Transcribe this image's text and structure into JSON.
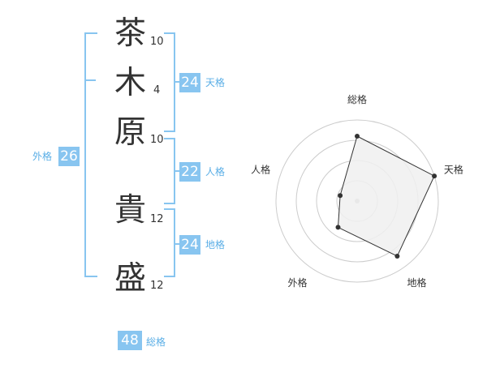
{
  "characters": [
    {
      "char": "茶",
      "strokes": "10"
    },
    {
      "char": "木",
      "strokes": "4"
    },
    {
      "char": "原",
      "strokes": "10"
    },
    {
      "char": "貴",
      "strokes": "12"
    },
    {
      "char": "盛",
      "strokes": "12"
    }
  ],
  "kaku": {
    "tenkaku": {
      "value": "24",
      "label": "天格"
    },
    "jinkaku": {
      "value": "22",
      "label": "人格"
    },
    "chikaku": {
      "value": "24",
      "label": "地格"
    },
    "gaikaku": {
      "value": "26",
      "label": "外格"
    },
    "soukaku": {
      "value": "48",
      "label": "総格"
    }
  },
  "radar": {
    "axes": [
      "総格",
      "天格",
      "地格",
      "外格",
      "人格"
    ],
    "levels": 4,
    "values": [
      0.8,
      1.0,
      0.84,
      0.4,
      0.22
    ],
    "colors": {
      "fill": "#f0f0f0",
      "line": "#333333",
      "grid": "#cccccc",
      "center": "#bbbbbb"
    }
  }
}
